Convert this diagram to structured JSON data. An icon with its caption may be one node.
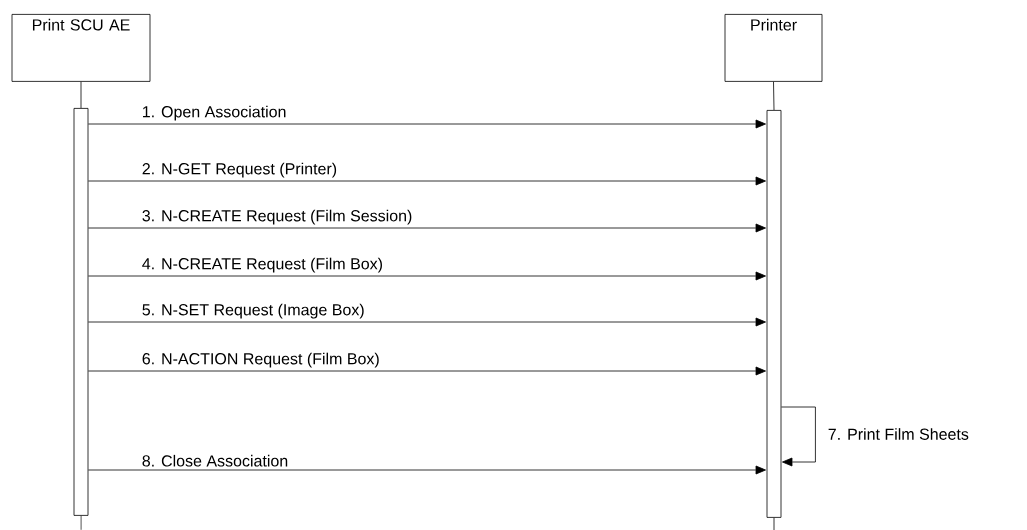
{
  "diagram": {
    "nodes": [
      {
        "text": [
          "Print SCU AE"
        ]
      },
      {
        "text": [
          "Printer"
        ]
      },
      {
        "text": [],
        "shape": "bar"
      },
      {
        "text": [],
        "shape": "bar"
      }
    ],
    "edges": [
      {
        "from": 0,
        "to": 2,
        "arrow": "none"
      },
      {
        "from": 1,
        "to": 3,
        "arrow": "none"
      },
      {
        "from": 2,
        "to": 3,
        "arrow": "to",
        "label": "1. Open Association"
      },
      {
        "from": 2,
        "to": 3,
        "arrow": "to",
        "label": "2. N-GET Request (Printer)"
      },
      {
        "from": 2,
        "to": 3,
        "arrow": "to",
        "label": "3. N-CREATE Request (Film Session)"
      },
      {
        "from": 2,
        "to": 3,
        "arrow": "to",
        "label": "4. N-CREATE Request (Film Box)"
      },
      {
        "from": 2,
        "to": 3,
        "arrow": "to",
        "label": "5. N-SET Request (Image Box)"
      },
      {
        "from": 2,
        "to": 3,
        "arrow": "to",
        "label": "6. N-ACTION Request (Film Box)"
      },
      {
        "from": 3,
        "to": 3,
        "arrow": "to",
        "label": "7. Print Film Sheets"
      },
      {
        "from": 2,
        "to": 3,
        "arrow": "to",
        "label": "8. Close Association"
      }
    ]
  }
}
